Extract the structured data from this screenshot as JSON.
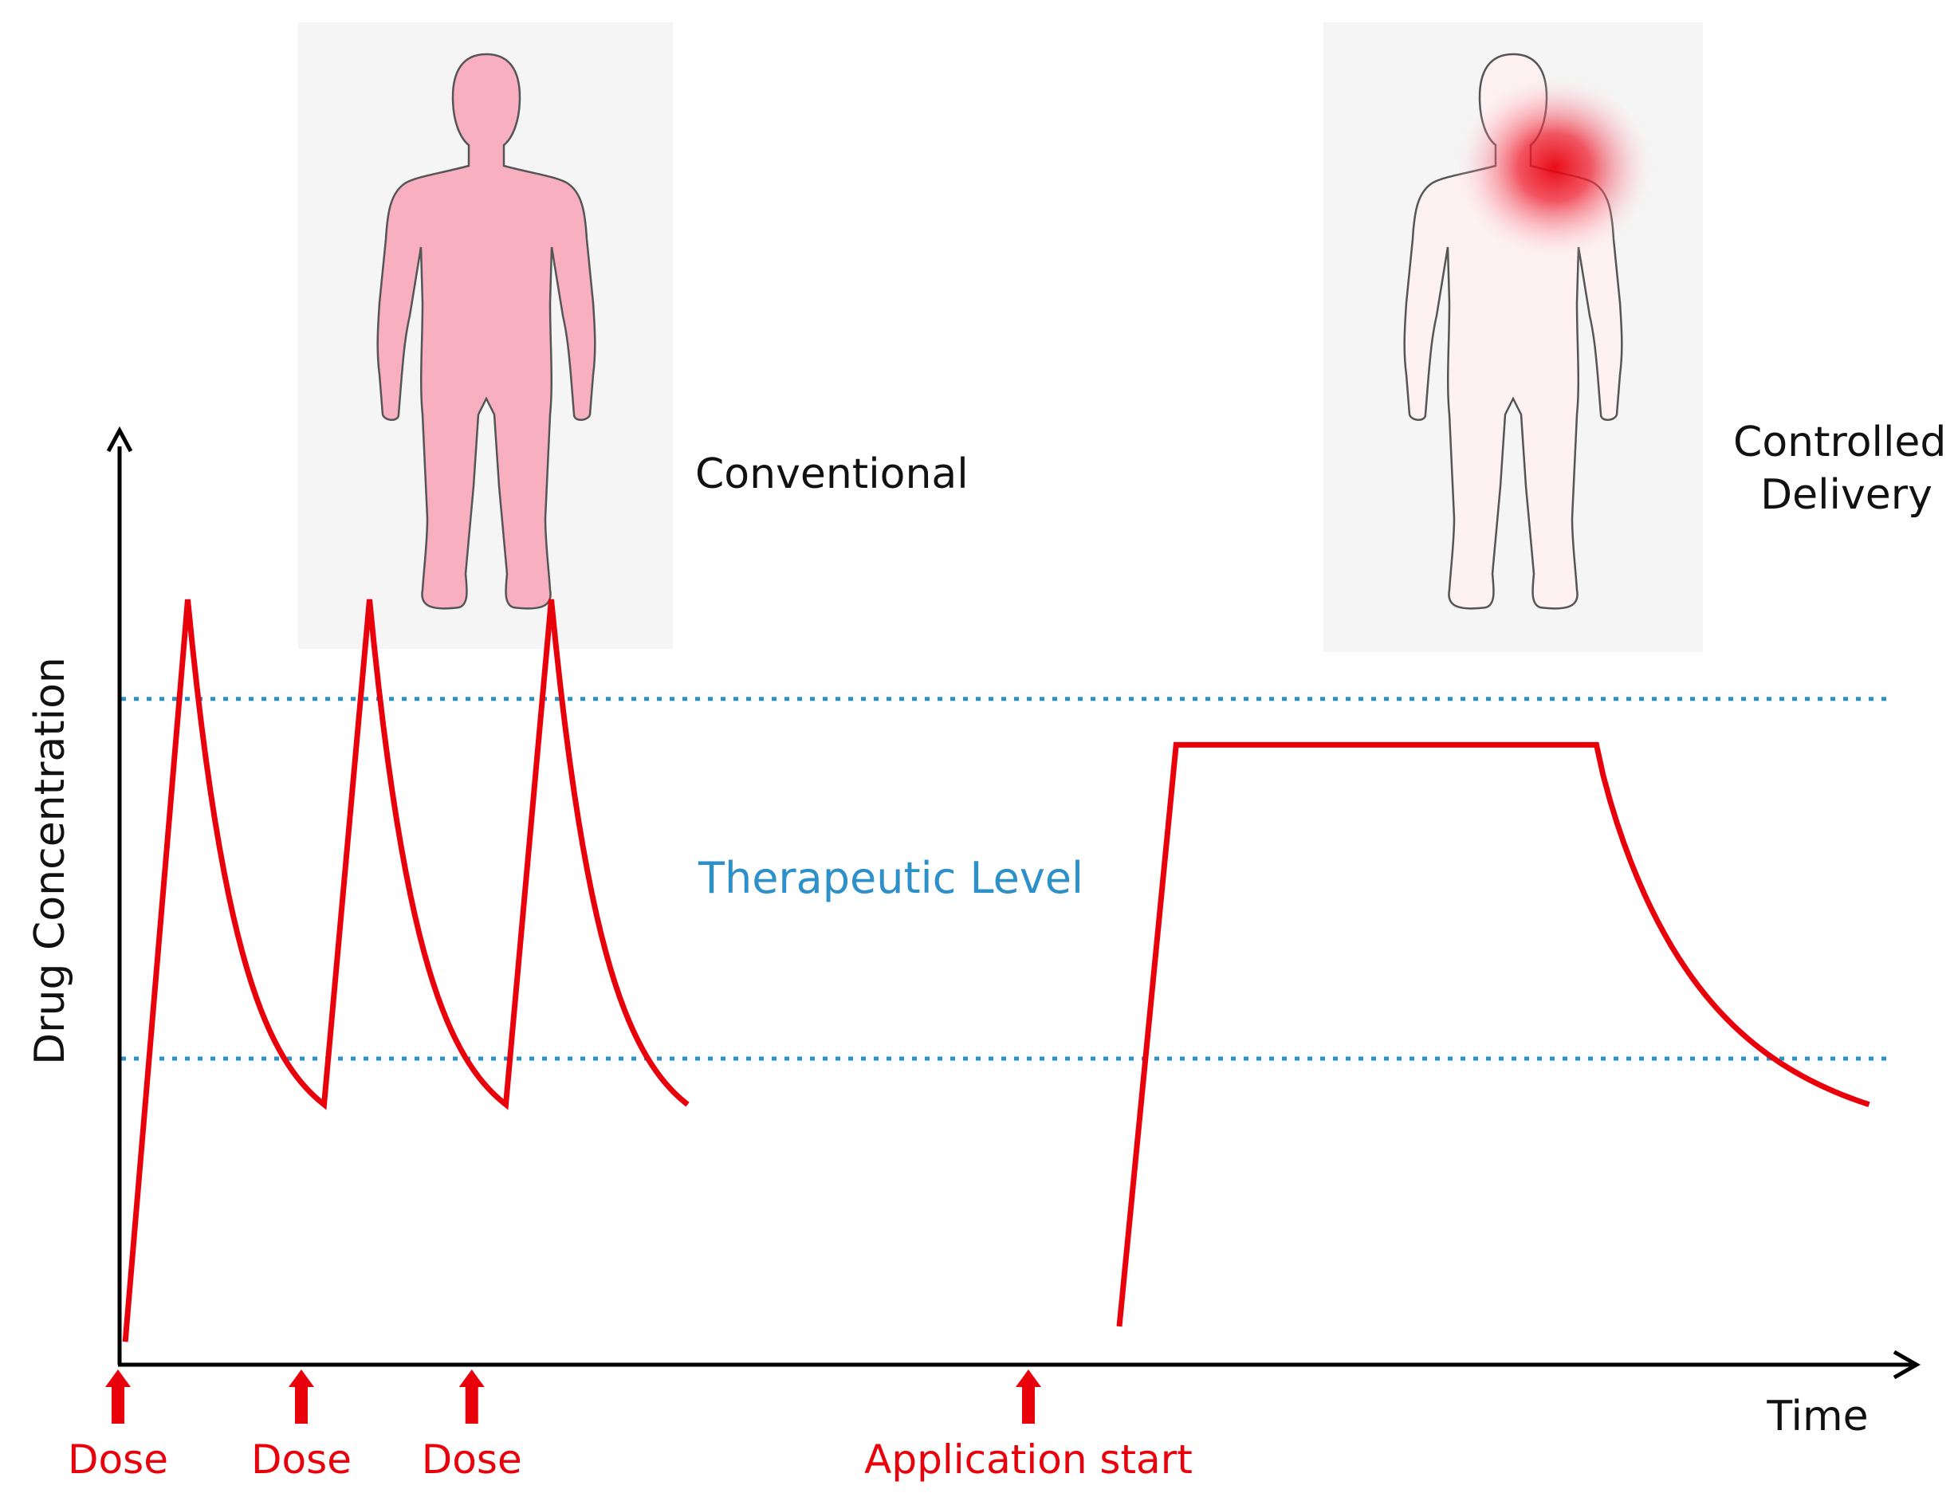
{
  "chart_data": {
    "type": "line",
    "xlabel": "Time",
    "ylabel": "Drug Concentration",
    "band_label": "Therapeutic Level",
    "series": [
      {
        "name": "Conventional",
        "x": [
          0.05,
          0.6,
          1.8,
          2.2,
          3.4,
          3.8,
          5.0
        ],
        "y": [
          0.03,
          1.0,
          0.34,
          1.0,
          0.34,
          1.0,
          0.34
        ]
      },
      {
        "name": "Controlled Delivery",
        "x": [
          8.8,
          9.3,
          13.0,
          15.4
        ],
        "y": [
          0.05,
          0.81,
          0.81,
          0.34
        ]
      }
    ],
    "therapeutic_band": [
      0.4,
      0.87
    ],
    "dose_markers": [
      {
        "x": 0.0,
        "label": "Dose"
      },
      {
        "x": 1.6,
        "label": "Dose"
      },
      {
        "x": 3.1,
        "label": "Dose"
      }
    ],
    "application_marker": {
      "x": 8.0,
      "label": "Application start"
    }
  },
  "colors": {
    "curve": "#e8000b",
    "band": "#2e90c8",
    "axis": "#000000",
    "body_conventional": "#f8b0c0",
    "body_controlled": "#fdf1f1",
    "panel": "#f5f5f5"
  },
  "icons": [
    "body-silhouette-pink-icon",
    "body-silhouette-localized-icon"
  ]
}
